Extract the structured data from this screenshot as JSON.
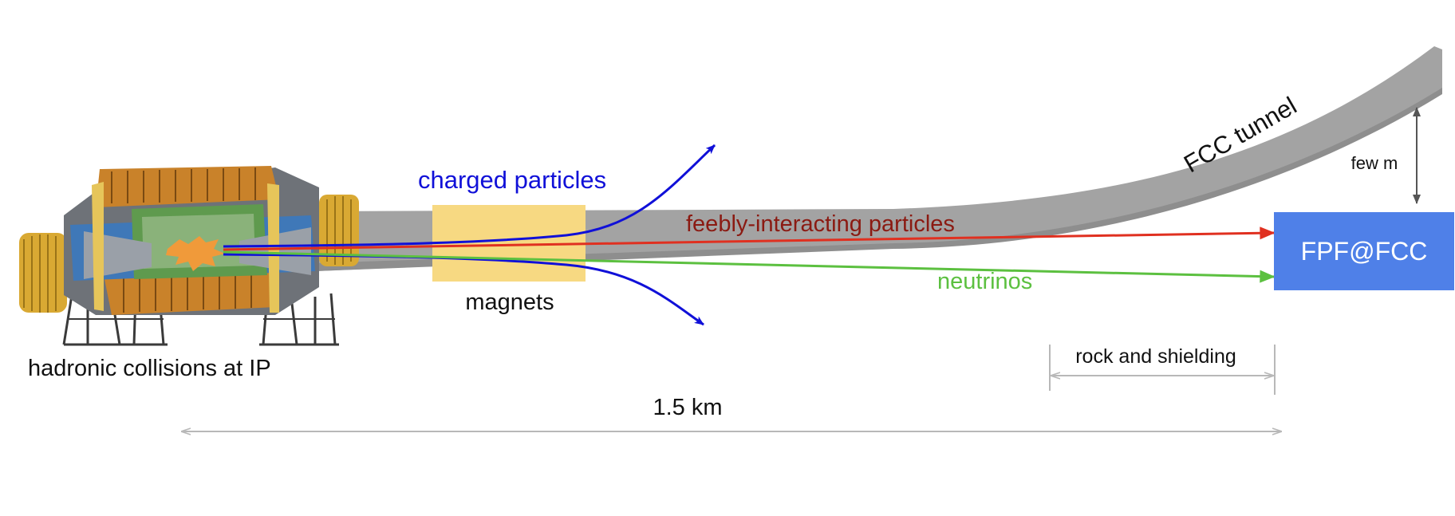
{
  "labels": {
    "charged": "charged particles",
    "feebly": "feebly-interacting particles",
    "neutrinos": "neutrinos",
    "magnets": "magnets",
    "tunnel": "FCC tunnel",
    "few_m": "few m",
    "detector": "FPF@FCC",
    "collisions": "hadronic collisions at IP",
    "rock": "rock and shielding",
    "distance": "1.5 km"
  },
  "colors": {
    "charged": "#1010d8",
    "feebly": "#e03020",
    "feebly_text": "#8b1a12",
    "neutrinos": "#5cc040",
    "detector": "#4f80e8",
    "magnets": "#f7d982",
    "tunnel": "#a3a3a3",
    "dimension": "#b8b8b8"
  }
}
